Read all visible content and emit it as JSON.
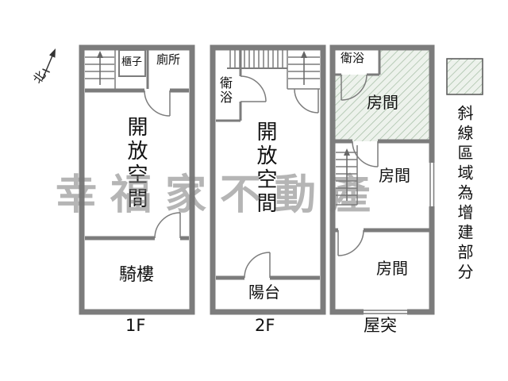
{
  "watermark": {
    "text": "幸福家不動產"
  },
  "compass": {
    "north_label": "北"
  },
  "legend": {
    "note": "斜線區域為增建部分"
  },
  "floors": [
    {
      "label": "1F",
      "rooms": {
        "cabinet": "櫃子",
        "toilet": "廁所",
        "open_space": "開放空間",
        "arcade": "騎樓"
      }
    },
    {
      "label": "2F",
      "rooms": {
        "bathroom": "衛浴",
        "open_space": "開放空間",
        "balcony": "陽台"
      }
    },
    {
      "label": "屋突",
      "rooms": {
        "bathroom": "衛浴",
        "room_extension": "房間",
        "room_middle": "房間",
        "room_bottom": "房間"
      }
    }
  ],
  "colors": {
    "wall": "#7c7c7c",
    "hatch_fill": "#edf2ec",
    "hatch_line": "#a3bca3"
  }
}
